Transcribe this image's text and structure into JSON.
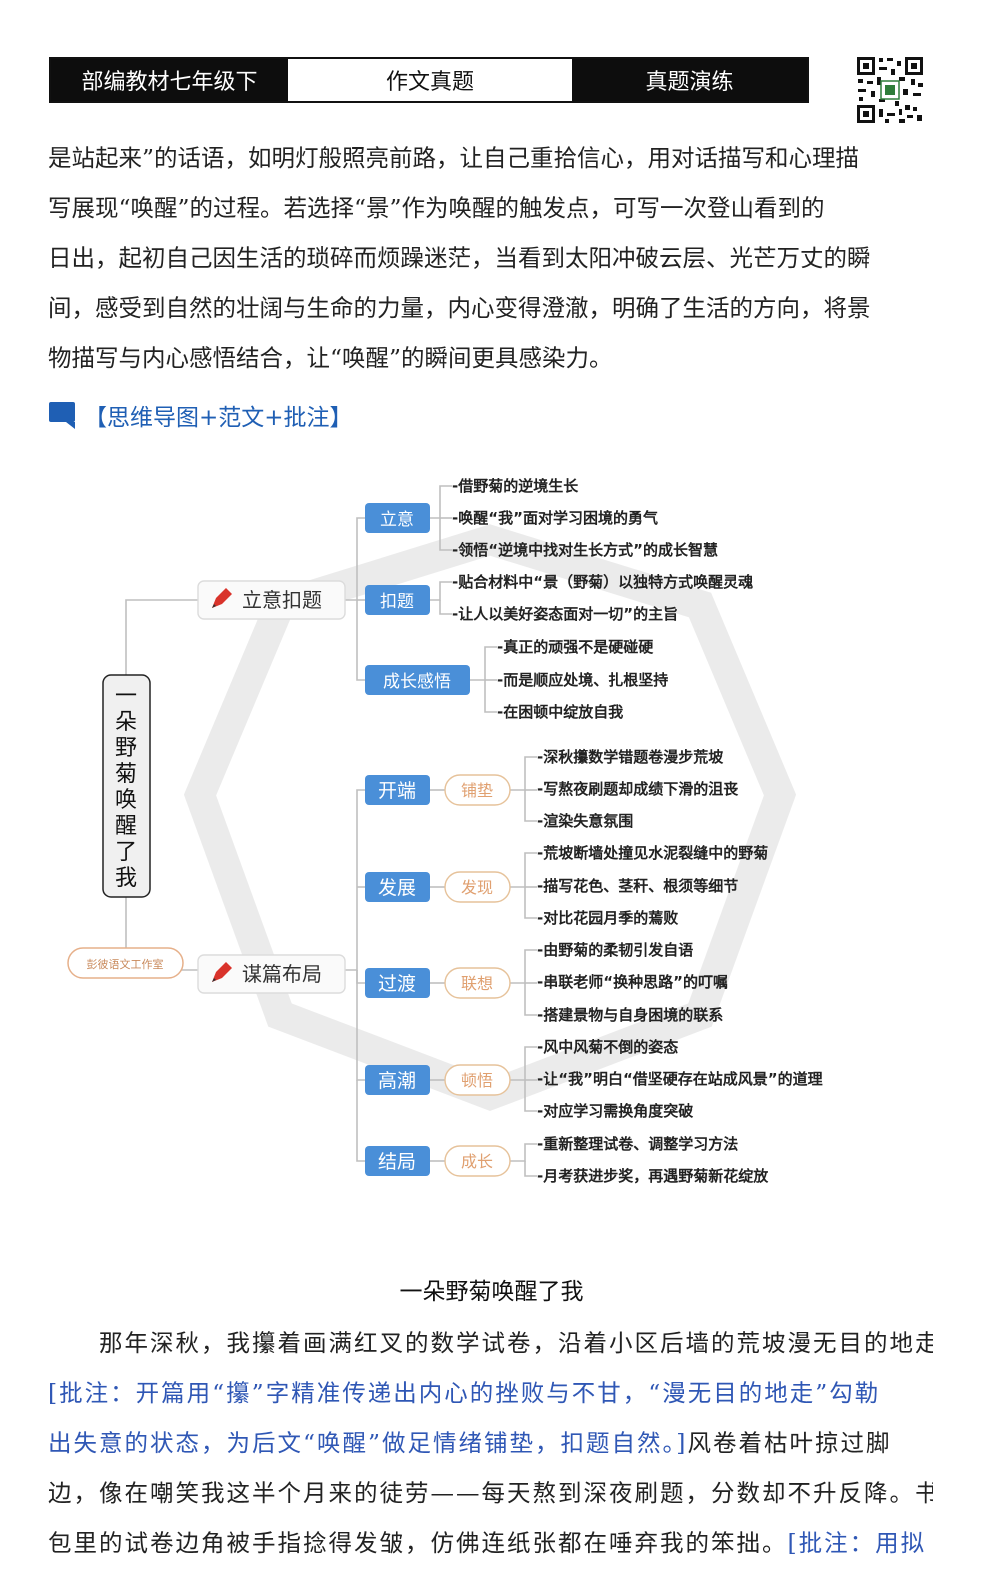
{
  "header": {
    "cells": [
      "部编教材七年级下",
      "作文真题",
      "真题演练"
    ]
  },
  "intro_lines": [
    "是站起来”的话语，如明灯般照亮前路，让自己重拾信心，用对话描写和心理描",
    "写展现“唤醒”的过程。若选择“景”作为唤醒的触发点，可写一次登山看到的",
    "日出，起初自己因生活的琐碎而烦躁迷茫，当看到太阳冲破云层、光芒万丈的瞬",
    "间，感受到自然的壮阔与生命的力量，内心变得澄澈，明确了生活的方向，将景",
    "物描写与内心感悟结合，让“唤醒”的瞬间更具感染力。"
  ],
  "section_title": "【思维导图+范文+批注】",
  "mindmap": {
    "root": "一朵野菊唤醒了我",
    "studio": "彭彼语文工作室",
    "branches": [
      {
        "label": "立意扣题",
        "children": [
          {
            "tag": "立意",
            "items": [
              "-借野菊的逆境生长",
              "-唤醒“我”面对学习困境的勇气",
              "-领悟“逆境中找对生长方式”的成长智慧"
            ]
          },
          {
            "tag": "扣题",
            "items": [
              "-贴合材料中“景（野菊）以独特方式唤醒灵魂",
              "-让人以美好姿态面对一切”的主旨"
            ]
          },
          {
            "tag": "成长感悟",
            "items": [
              "-真正的顽强不是硬碰硬",
              "-而是顺应处境、扎根坚持",
              "-在困顿中绽放自我"
            ]
          }
        ]
      },
      {
        "label": "谋篇布局",
        "children": [
          {
            "tag": "开端",
            "sub": "铺垫",
            "items": [
              "-深秋攥数学错题卷漫步荒坡",
              "-写熬夜刷题却成绩下滑的沮丧",
              "-渲染失意氛围"
            ]
          },
          {
            "tag": "发展",
            "sub": "发现",
            "items": [
              "-荒坡断墙处撞见水泥裂缝中的野菊",
              "-描写花色、茎秆、根须等细节",
              "-对比花园月季的蔫败"
            ]
          },
          {
            "tag": "过渡",
            "sub": "联想",
            "items": [
              "-由野菊的柔韧引发自语",
              "-串联老师“换种思路”的叮嘱",
              "-搭建景物与自身困境的联系"
            ]
          },
          {
            "tag": "高潮",
            "sub": "顿悟",
            "items": [
              "-风中风菊不倒的姿态",
              "-让“我”明白“借坚硬存在站成风景”的道理",
              "-对应学习需换角度突破"
            ]
          },
          {
            "tag": "结局",
            "sub": "成长",
            "items": [
              "-重新整理试卷、调整学习方法",
              "-月考获进步奖，再遇野菊新花绽放"
            ]
          }
        ]
      }
    ]
  },
  "essay": {
    "title": "一朵野菊唤醒了我",
    "lines": [
      {
        "parts": [
          {
            "t": "　　那年深秋，我攥着画满红叉的数学试卷，沿着小区后墙的荒坡漫无目的地走。",
            "c": ""
          }
        ]
      },
      {
        "parts": [
          {
            "t": "[批注：开篇用“攥”字精准传递出内心的挫败与不甘，“漫无目的地走”勾勒",
            "c": "blue"
          }
        ]
      },
      {
        "parts": [
          {
            "t": "出失意的状态，为后文“唤醒”做足情绪铺垫，扣题自然。]",
            "c": "blue"
          },
          {
            "t": "风卷着枯叶掠过脚",
            "c": ""
          }
        ]
      },
      {
        "parts": [
          {
            "t": "边，像在嘲笑我这半个月来的徒劳——每天熬到深夜刷题，分数却不升反降。书",
            "c": ""
          }
        ]
      },
      {
        "parts": [
          {
            "t": "包里的试卷边角被手指捻得发皱，仿佛连纸张都在唾弃我的笨拙。",
            "c": ""
          },
          {
            "t": "[批注：用拟",
            "c": "blue"
          }
        ]
      }
    ]
  }
}
